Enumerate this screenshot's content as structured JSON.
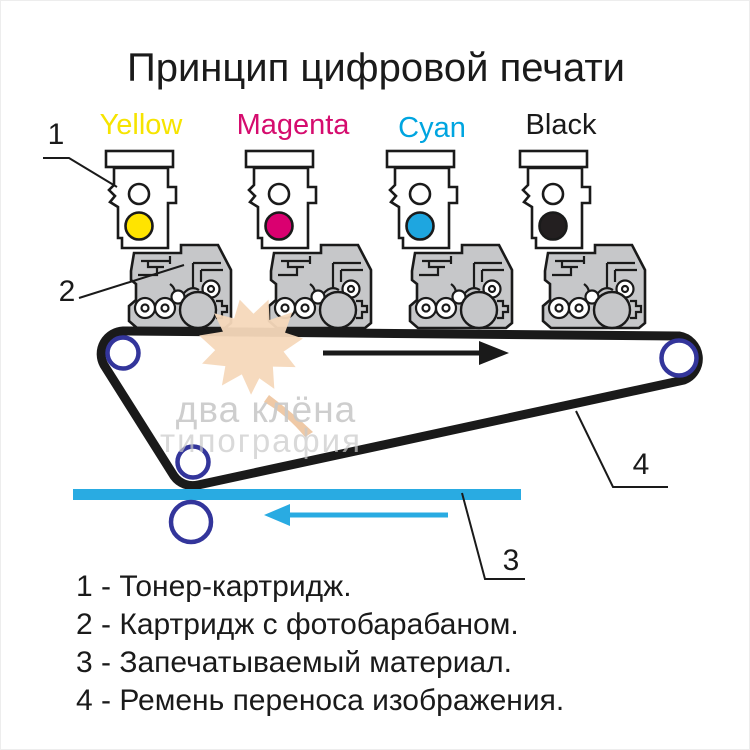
{
  "title": "Принцип цифровой печати",
  "cartridges": [
    {
      "label": "Yellow",
      "color": "#ffe400",
      "label_color": "#f6e400"
    },
    {
      "label": "Magenta",
      "color": "#da0070",
      "label_color": "#d50c6e"
    },
    {
      "label": "Cyan",
      "color": "#1ea6e0",
      "label_color": "#00a5e0"
    },
    {
      "label": "Black",
      "color": "#231f20",
      "label_color": "#1a1a1a"
    }
  ],
  "callouts": {
    "c1": "1",
    "c2": "2",
    "c3": "3",
    "c4": "4"
  },
  "legend": {
    "items": [
      "1 - Тонер-картридж.",
      "2 - Картридж с фотобарабаном.",
      "3 - Запечатываемый материал.",
      "4 - Ремень переноса изображения."
    ]
  },
  "watermark": {
    "line1": "два клёна",
    "line2": "типография",
    "leaf_color": "#f6d8ba",
    "stem_color": "#efc9a6",
    "text_color": "#c9c9c9"
  },
  "colors": {
    "belt": "#1a1a1a",
    "roller_ring": "#33359b",
    "material_blue": "#29abe2",
    "cartridge_gray": "#c6c7c9",
    "outline": "#1a1a1a"
  }
}
